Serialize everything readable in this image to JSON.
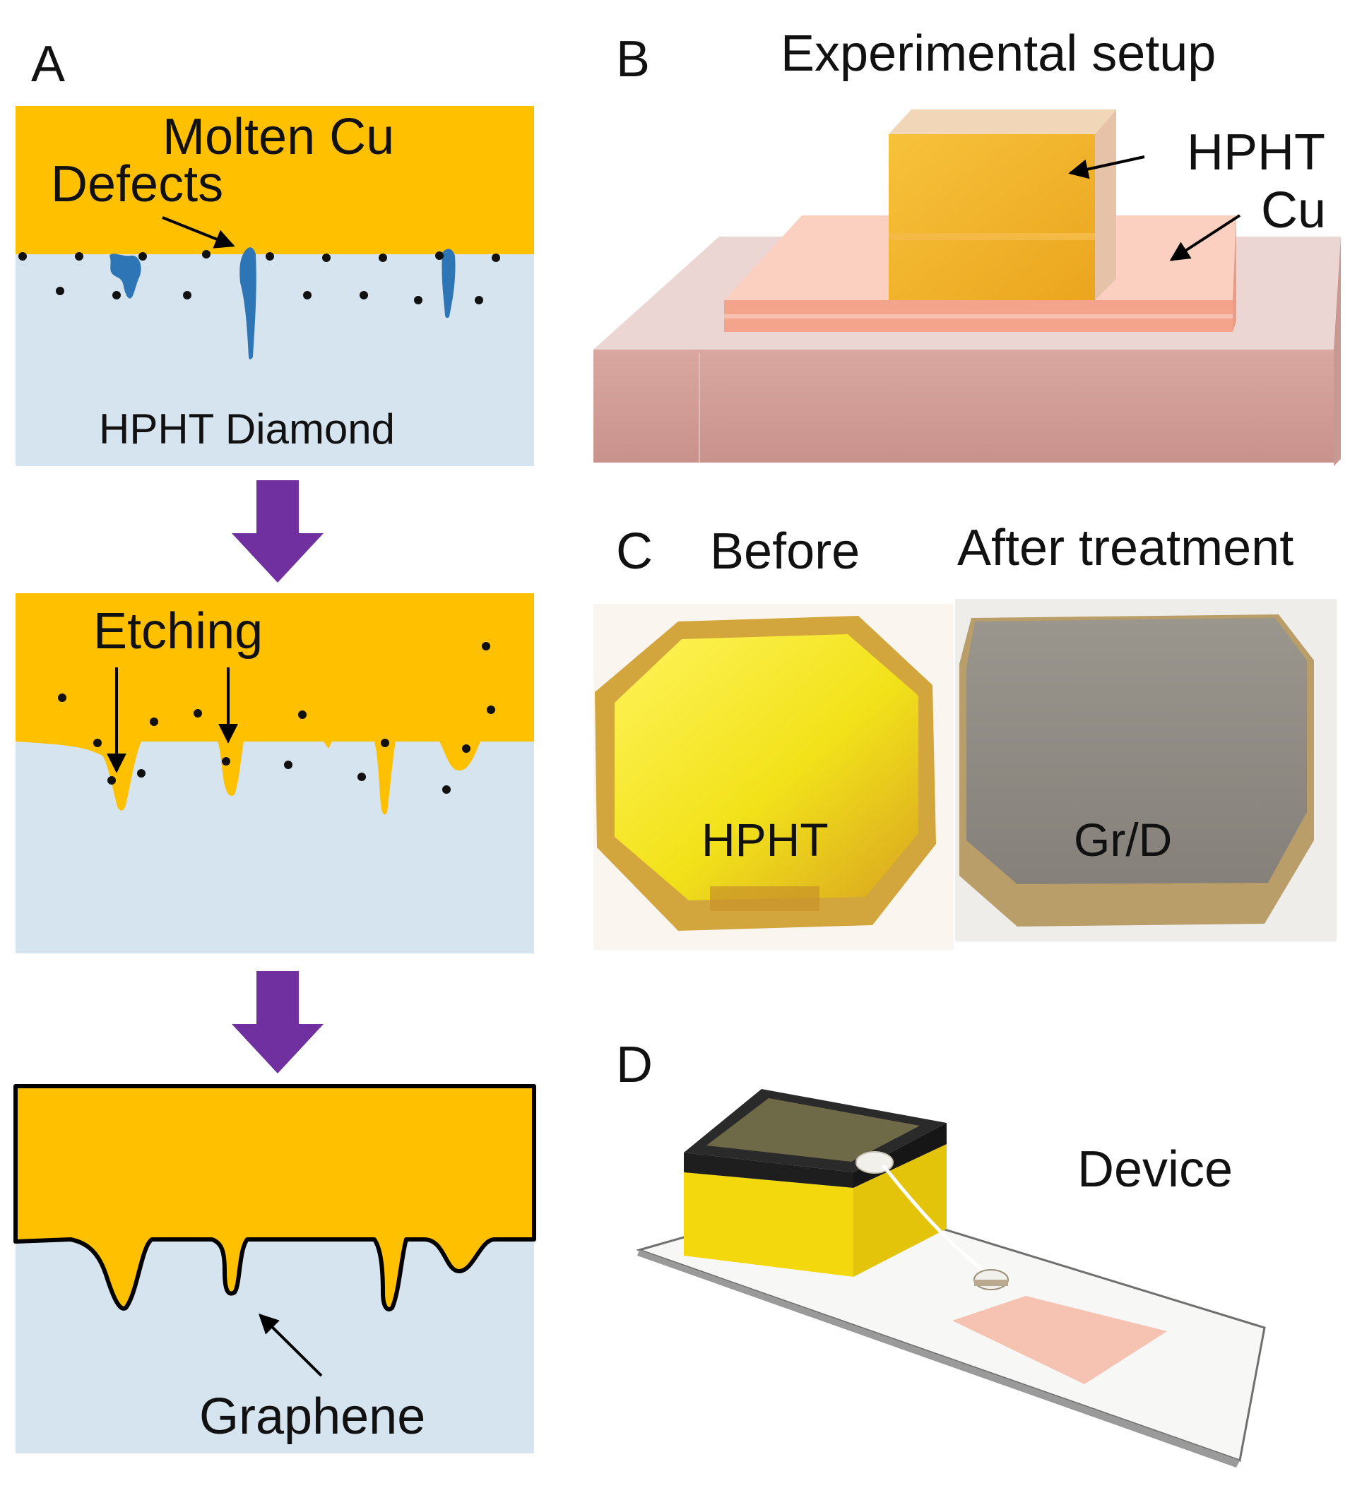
{
  "panel_a": {
    "letter": "A",
    "molten_label": "Molten Cu",
    "defects_label": "Defects",
    "diamond_label": "HPHT Diamond",
    "etching_label": "Etching",
    "graphene_label": "Graphene"
  },
  "panel_b": {
    "letter": "B",
    "title": "Experimental setup",
    "hpht_label": "HPHT",
    "cu_label": "Cu"
  },
  "panel_c": {
    "letter": "C",
    "before_label": "Before",
    "after_label": "After treatment",
    "hpht_label": "HPHT",
    "grd_label": "Gr/D"
  },
  "panel_d": {
    "letter": "D",
    "device_label": "Device"
  },
  "colors": {
    "molten_cu": "#FFC000",
    "diamond": "#D6E4F0",
    "defect": "#2E75B6",
    "arrow": "#7030A0",
    "copper_pink": "#F4B8A5",
    "graphite_gray": "#8A877F",
    "diamond_yellow": "#F2E21A"
  }
}
